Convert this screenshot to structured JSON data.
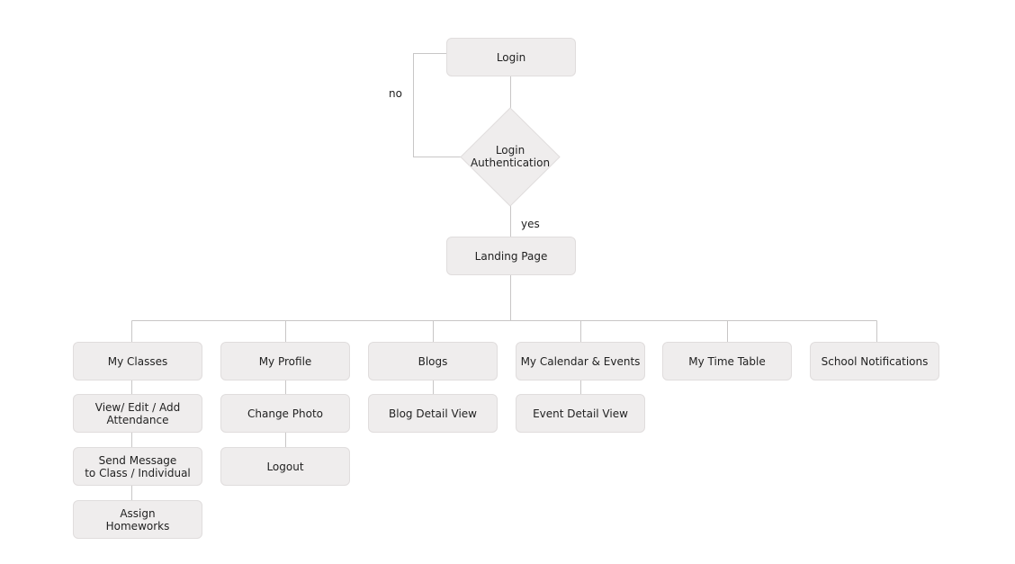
{
  "diagram": {
    "nodes": {
      "login": "Login",
      "login_authentication": "Login\nAuthentication",
      "landing_page": "Landing Page",
      "my_classes": "My Classes",
      "view_edit_add_attendance": "View/ Edit / Add\nAttendance",
      "send_message": "Send Message\nto Class / Individual",
      "assign_homeworks": "Assign\nHomeworks",
      "my_profile": "My Profile",
      "change_photo": "Change Photo",
      "logout": "Logout",
      "blogs": "Blogs",
      "blog_detail_view": "Blog Detail View",
      "my_calendar_events": "My Calendar & Events",
      "event_detail_view": "Event Detail View",
      "my_time_table": "My Time Table",
      "school_notifications": "School Notifications"
    },
    "edge_labels": {
      "no": "no",
      "yes": "yes"
    },
    "colors": {
      "node_fill": "#efeded",
      "node_border": "#e0dddd",
      "connector": "#c8c6c6"
    }
  }
}
